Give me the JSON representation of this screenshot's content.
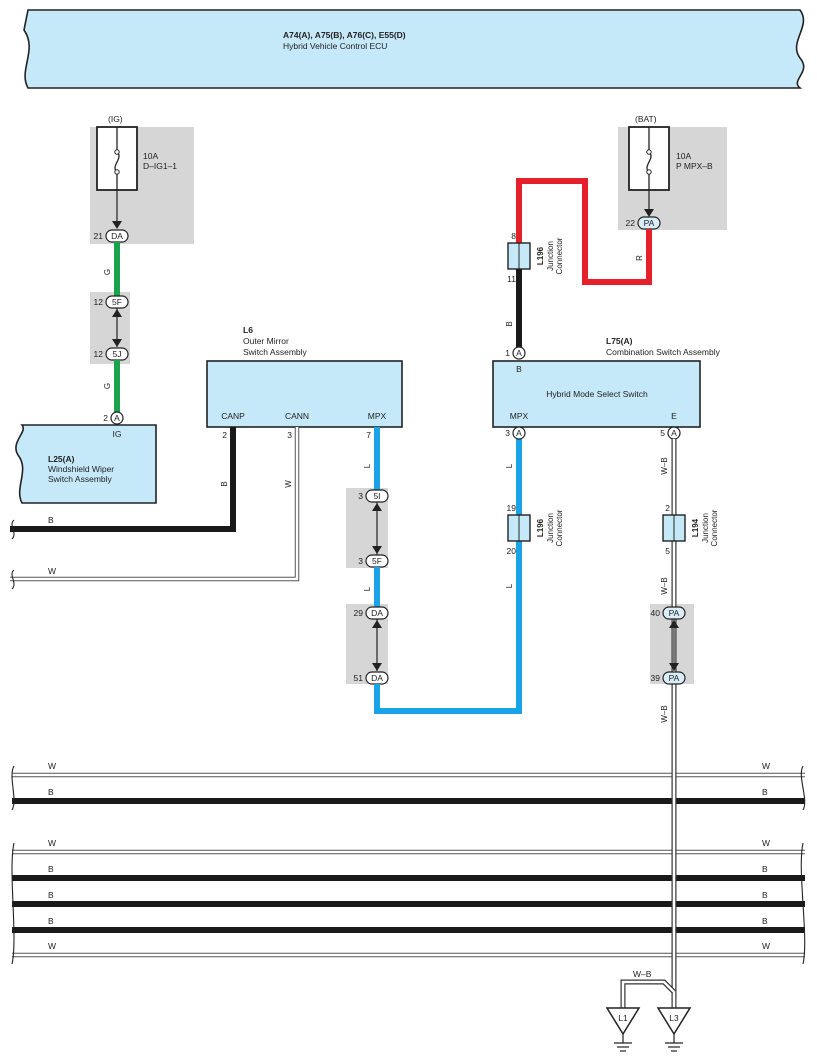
{
  "ecu": {
    "title": "A74(A), A75(B), A76(C), E55(D)",
    "name": "Hybrid Vehicle Control ECU"
  },
  "fuse_ig": {
    "source": "(IG)",
    "rating": "10A",
    "name": "D–IG1–1",
    "pin": "21",
    "conn": "DA"
  },
  "fuse_bat": {
    "source": "(BAT)",
    "rating": "10A",
    "name": "P MPX–B",
    "pin": "22",
    "conn": "PA"
  },
  "l6": {
    "id": "L6",
    "name1": "Outer Mirror",
    "name2": "Switch Assembly",
    "canp": "CANP",
    "cann": "CANN",
    "mpx": "MPX",
    "pin_canp": "2",
    "pin_cann": "3",
    "pin_mpx": "7"
  },
  "l25": {
    "id": "L25(A)",
    "name1": "Windshield Wiper",
    "name2": "Switch Assembly",
    "pin_label": "IG",
    "pin": "2",
    "conn": "A"
  },
  "l75": {
    "id": "L75(A)",
    "name": "Combination Switch Assembly",
    "function": "Hybrid Mode Select Switch",
    "mpx": "MPX",
    "e": "E",
    "b": "B",
    "pin_b": "1",
    "pin_mpx": "3",
    "pin_e": "5",
    "conn": "A"
  },
  "junction_l196_top": {
    "id": "L196",
    "name1": "Junction",
    "name2": "Connector",
    "pin_top": "8",
    "pin_bottom": "11"
  },
  "junction_l196_mid": {
    "id": "L196",
    "name1": "Junction",
    "name2": "Connector",
    "pin_top": "19",
    "pin_bottom": "20"
  },
  "junction_l194": {
    "id": "L194",
    "name1": "Junction",
    "name2": "Connector",
    "pin_top": "2",
    "pin_bottom": "5"
  },
  "inline_connectors": {
    "g_top": {
      "pin": "12",
      "conn": "5F"
    },
    "g_bottom": {
      "pin": "12",
      "conn": "5J"
    },
    "l_5i": {
      "pin": "3",
      "conn": "5I"
    },
    "l_5f": {
      "pin": "3",
      "conn": "5F"
    },
    "l_da29": {
      "pin": "29",
      "conn": "DA"
    },
    "l_da51": {
      "pin": "51",
      "conn": "DA"
    },
    "wb_pa40": {
      "pin": "40",
      "conn": "PA"
    },
    "wb_pa39": {
      "pin": "39",
      "conn": "PA"
    }
  },
  "wire_colors": {
    "g": "G",
    "b": "B",
    "w": "W",
    "r": "R",
    "l": "L",
    "wb": "W–B"
  },
  "grounds": {
    "l1": "L1",
    "l3": "L3"
  },
  "colors": {
    "component": "#c6e9f9",
    "green": "#1aa34a",
    "red": "#e5202a",
    "blue": "#1aa3e8",
    "black": "#1a1a1a",
    "grey_box": "#d6d6d6"
  }
}
